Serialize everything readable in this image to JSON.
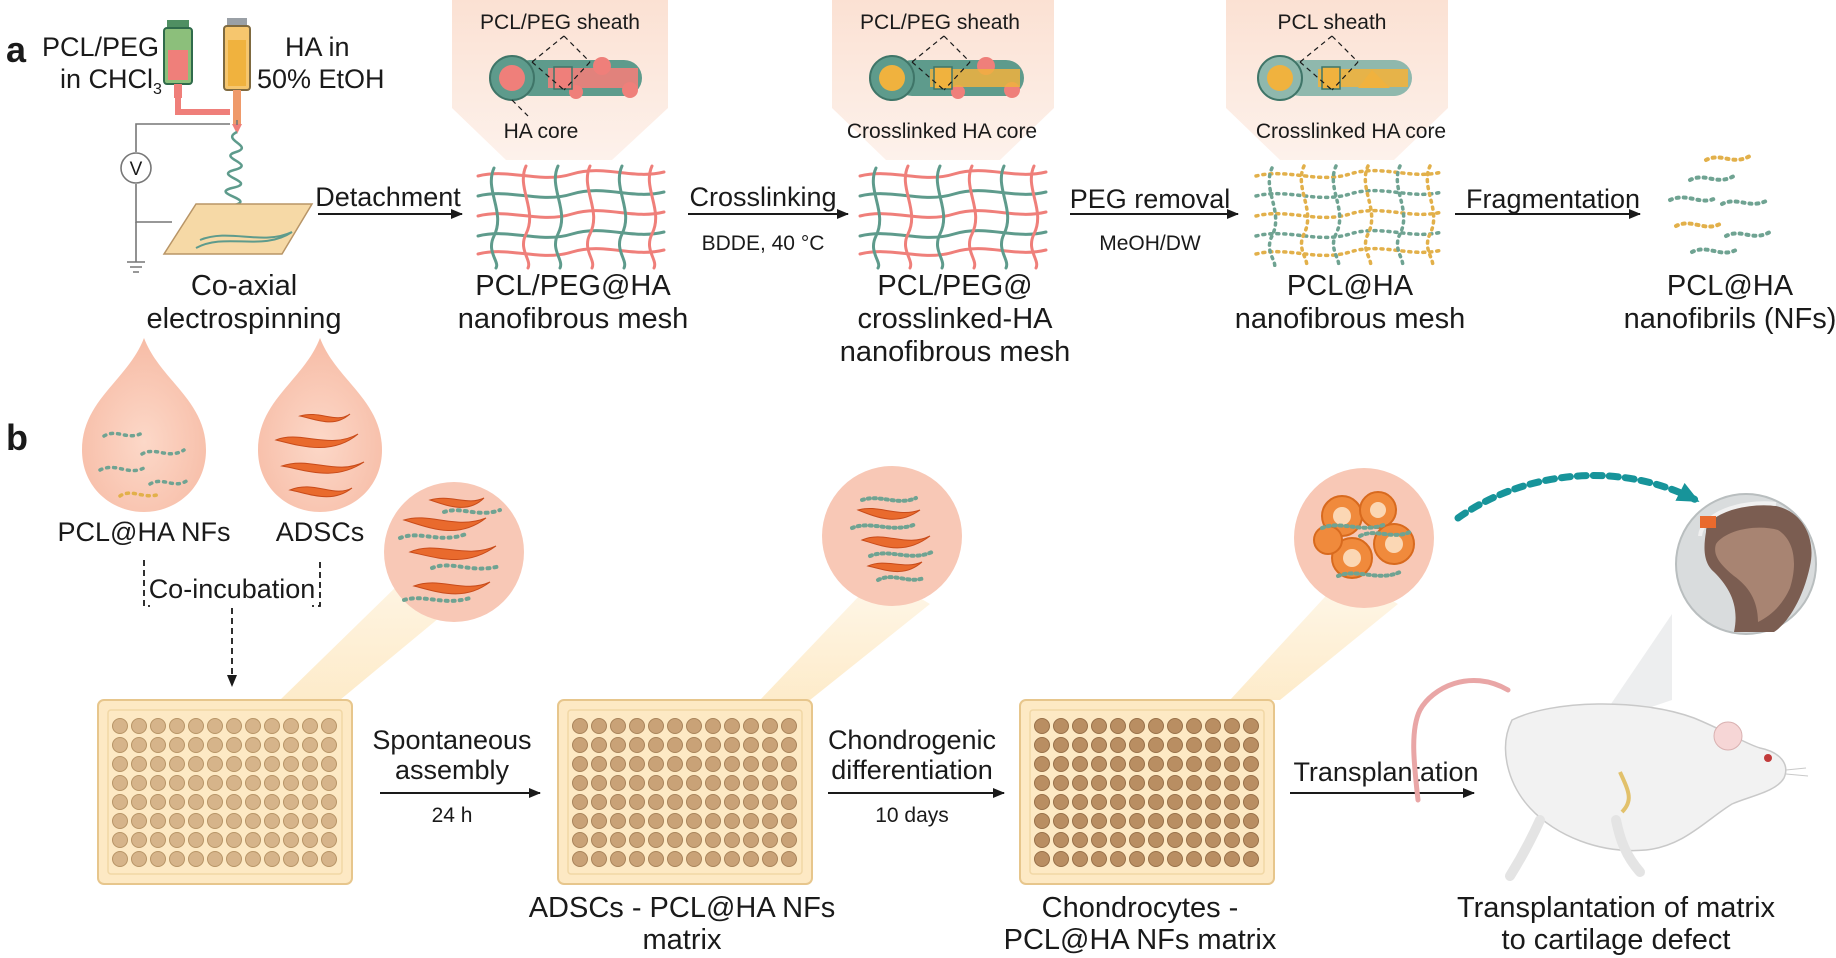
{
  "panel_a": {
    "letter": "a",
    "syringe_left": [
      "PCL/PEG",
      "in CHCl",
      "3"
    ],
    "syringe_right": [
      "HA in",
      "50% EtOH"
    ],
    "voltage_symbol": "V",
    "step1": [
      "Co-axial",
      "electrospinning"
    ],
    "arrow1": {
      "top": "Detachment",
      "bottom": ""
    },
    "mesh1": {
      "sheath": "PCL/PEG sheath",
      "core": "HA core",
      "caption": [
        "PCL/PEG@HA",
        "nanofibrous mesh"
      ]
    },
    "arrow2": {
      "top": "Crosslinking",
      "bottom": "BDDE, 40 °C"
    },
    "mesh2": {
      "sheath": "PCL/PEG sheath",
      "core": "Crosslinked HA core",
      "caption": [
        "PCL/PEG@",
        "crosslinked-HA",
        "nanofibrous mesh"
      ]
    },
    "arrow3": {
      "top": "PEG removal",
      "bottom": "MeOH/DW"
    },
    "mesh3": {
      "sheath": "PCL sheath",
      "core": "Crosslinked HA core",
      "caption": [
        "PCL@HA",
        "nanofibrous mesh"
      ]
    },
    "arrow4": {
      "top": "Fragmentation",
      "bottom": ""
    },
    "fibrils": {
      "caption": [
        "PCL@HA",
        "nanofibrils (NFs)"
      ]
    }
  },
  "panel_b": {
    "letter": "b",
    "drop1": "PCL@HA NFs",
    "drop2": "ADSCs",
    "coincubation": "Co-incubation",
    "arrow1": {
      "top": [
        "Spontaneous",
        "assembly"
      ],
      "bottom": "24 h"
    },
    "plate2_caption": [
      "ADSCs - PCL@HA NFs",
      "matrix"
    ],
    "arrow2": {
      "top": [
        "Chondrogenic",
        "differentiation"
      ],
      "bottom": "10 days"
    },
    "plate3_caption": [
      "Chondrocytes -",
      "PCL@HA NFs matrix"
    ],
    "arrow3": {
      "top": "Transplantation",
      "bottom": ""
    },
    "final_caption": [
      "Transplantation of matrix",
      "to cartilage defect"
    ]
  },
  "colors": {
    "fiber_green": "#5e9b8c",
    "fiber_pink": "#ef7f7a",
    "ha_yellow": "#f0b23e",
    "cell_orange": "#e96a2d",
    "peach_bg": "#fbe1d3",
    "plate_fill": "#fde9c4",
    "teal_arrow": "#17949a"
  }
}
